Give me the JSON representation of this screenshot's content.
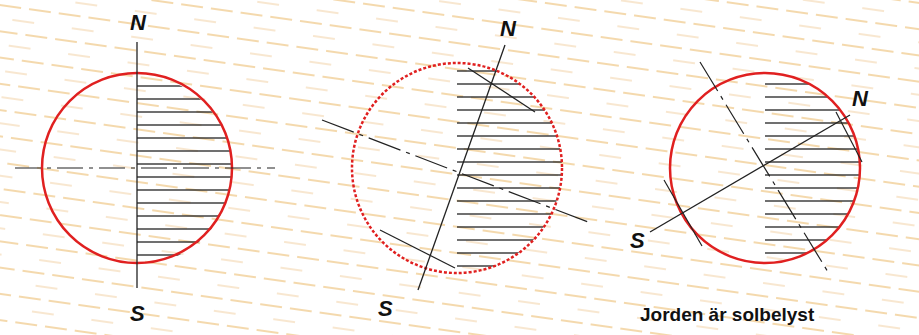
{
  "diagram": {
    "labels": [
      "N",
      "S",
      "N",
      "S",
      "N",
      "S",
      "Jorden är solbelyst"
    ]
  }
}
